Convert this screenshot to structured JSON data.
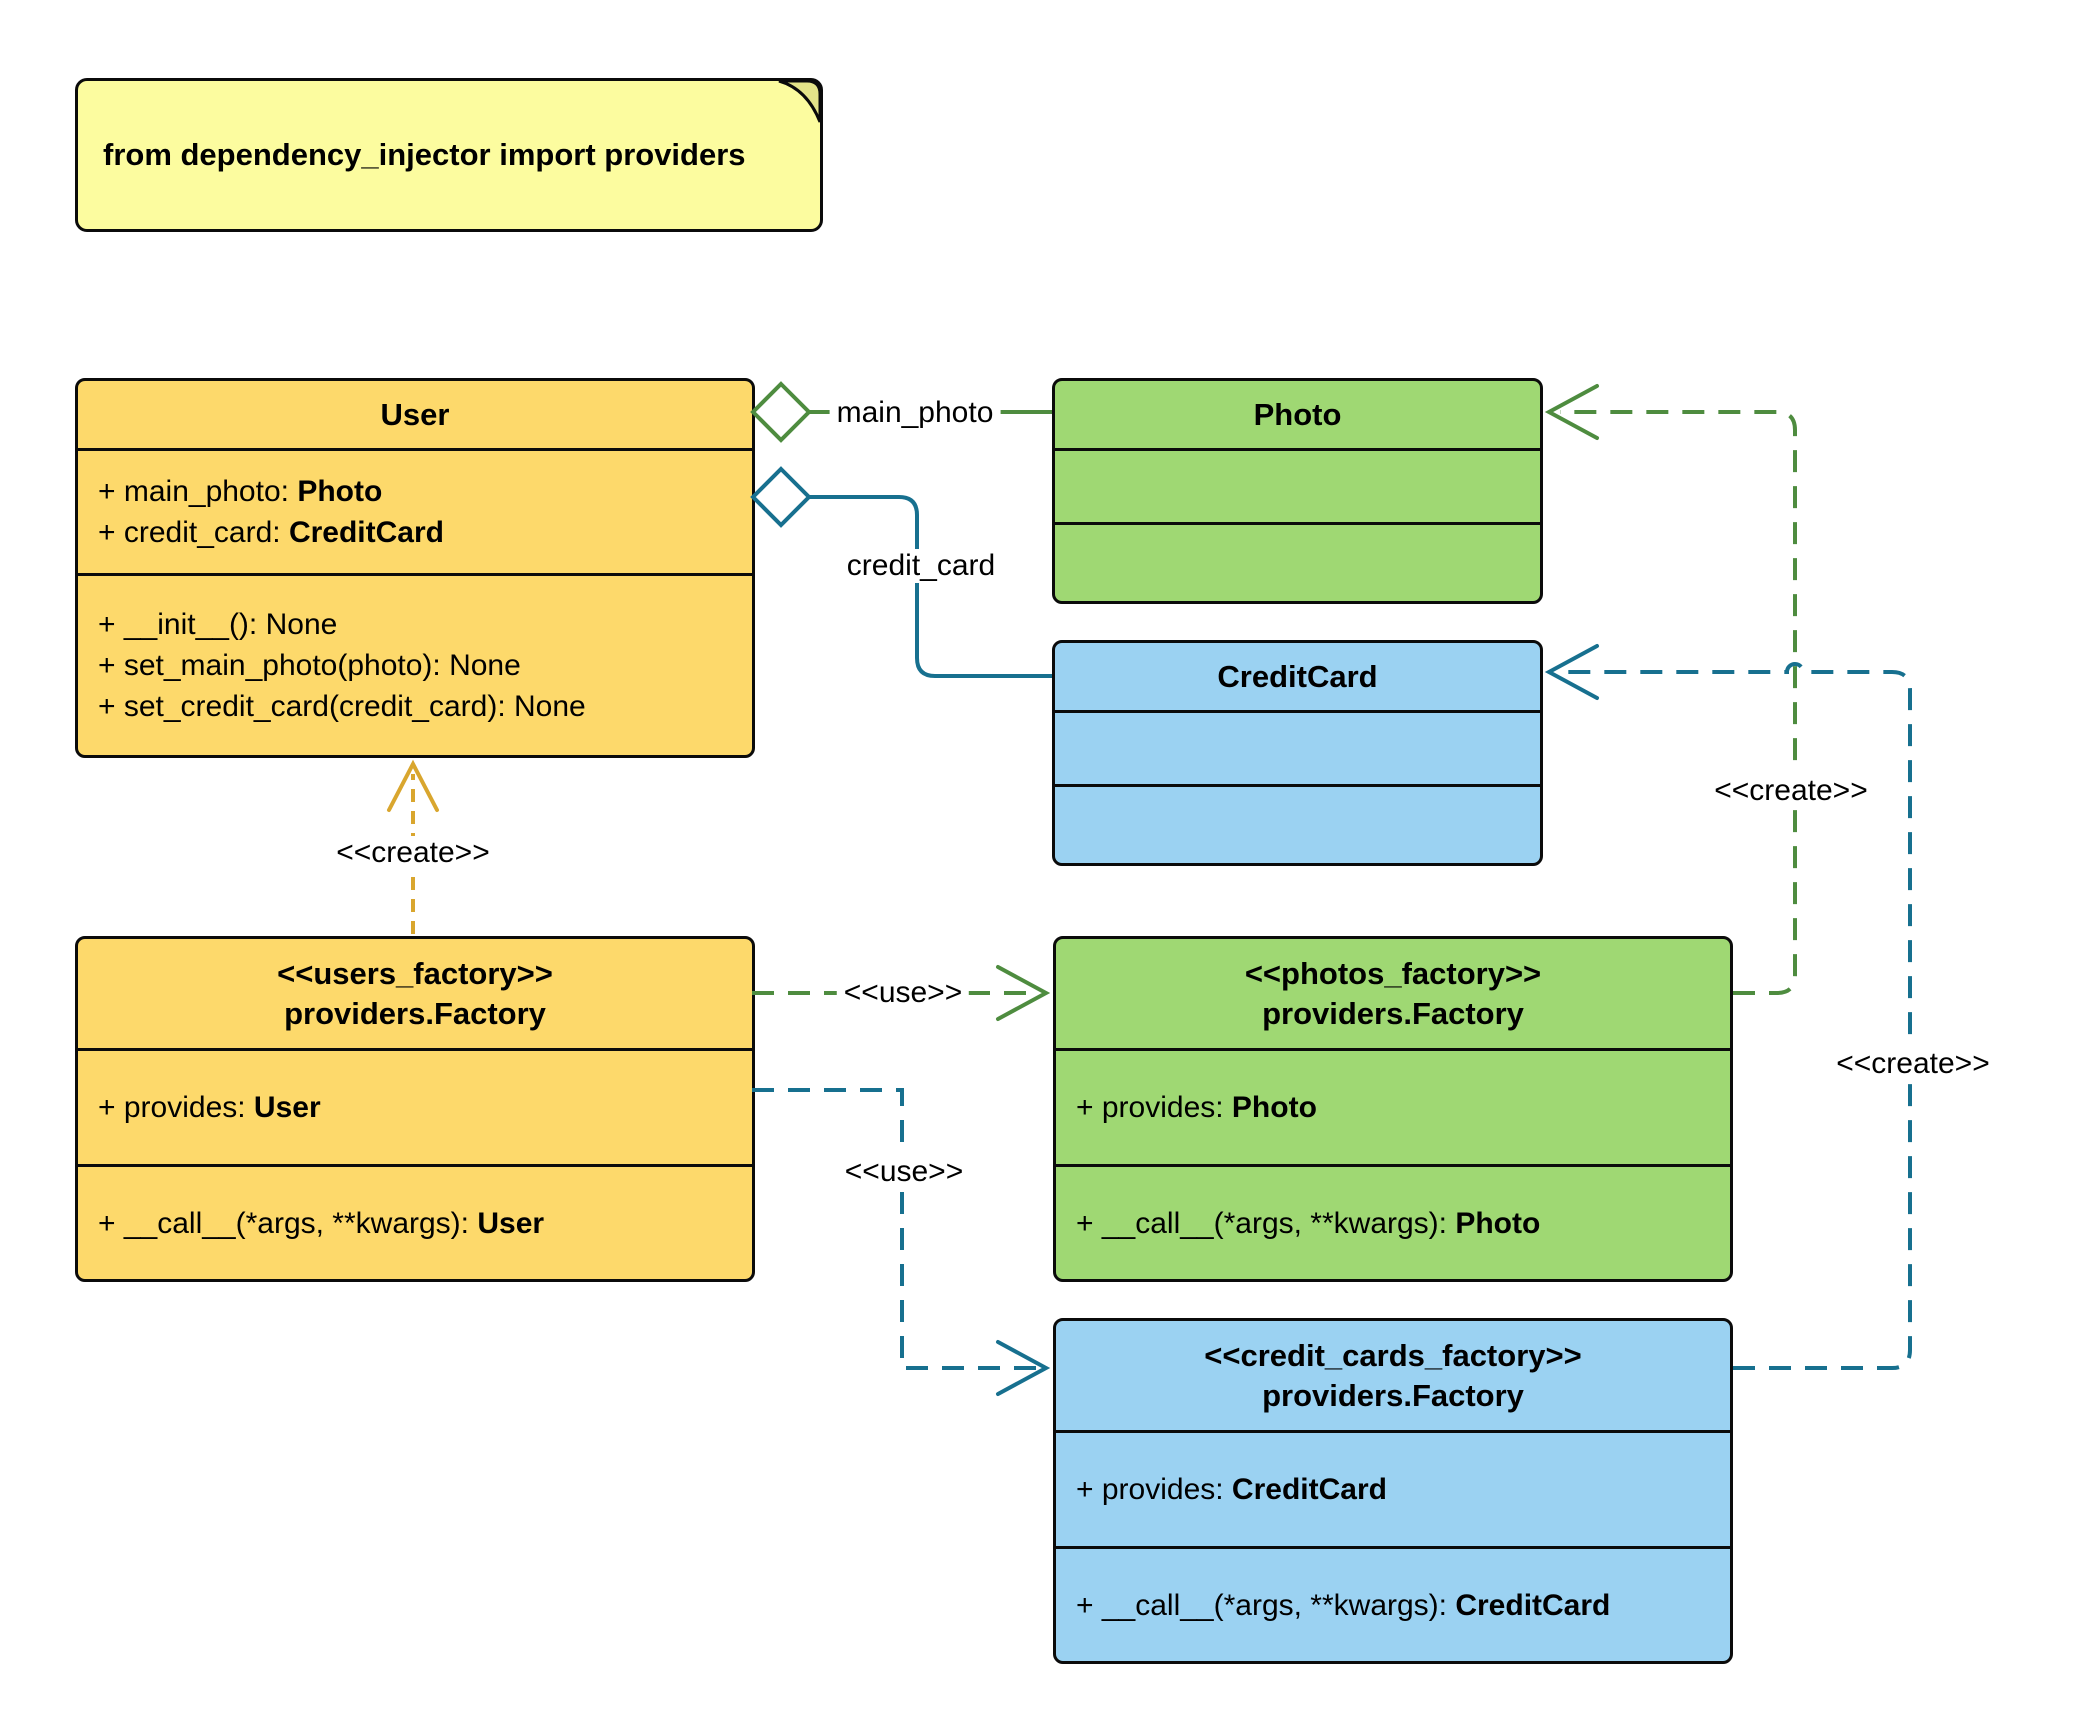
{
  "note": {
    "text": "from dependency_injector import providers"
  },
  "classes": {
    "user": {
      "title": "User",
      "attributes": [
        {
          "text": "+ main_photo: ",
          "type": "Photo"
        },
        {
          "text": "+ credit_card: ",
          "type": "CreditCard"
        }
      ],
      "methods": [
        {
          "text": "+ __init__(): None",
          "type": ""
        },
        {
          "text": "+ set_main_photo(photo): None",
          "type": ""
        },
        {
          "text": "+ set_credit_card(credit_card): None",
          "type": ""
        }
      ]
    },
    "photo": {
      "title": "Photo"
    },
    "credit_card": {
      "title": "CreditCard"
    },
    "users_factory": {
      "stereotype": "<<users_factory>>",
      "title": "providers.Factory",
      "attributes": [
        {
          "text": "+ provides: ",
          "type": "User"
        }
      ],
      "methods": [
        {
          "text": "+ __call__(*args, **kwargs): ",
          "type": "User"
        }
      ]
    },
    "photos_factory": {
      "stereotype": "<<photos_factory>>",
      "title": "providers.Factory",
      "attributes": [
        {
          "text": "+ provides: ",
          "type": "Photo"
        }
      ],
      "methods": [
        {
          "text": "+ __call__(*args, **kwargs): ",
          "type": "Photo"
        }
      ]
    },
    "credit_cards_factory": {
      "stereotype": "<<credit_cards_factory>>",
      "title": "providers.Factory",
      "attributes": [
        {
          "text": "+ provides: ",
          "type": "CreditCard"
        }
      ],
      "methods": [
        {
          "text": "+ __call__(*args, **kwargs): ",
          "type": "CreditCard"
        }
      ]
    }
  },
  "edges": {
    "main_photo": {
      "label": "main_photo"
    },
    "credit_card": {
      "label": "credit_card"
    },
    "create_user": {
      "label": "<<create>>"
    },
    "use_photos": {
      "label": "<<use>>"
    },
    "use_credit_cards": {
      "label": "<<use>>"
    },
    "create_photo": {
      "label": "<<create>>"
    },
    "create_credit_card": {
      "label": "<<create>>"
    }
  },
  "colors": {
    "box-yellow": "#FDD96B",
    "box-green": "#9FD873",
    "box-blue": "#9BD2F2",
    "note-fill": "#FCFC9F",
    "note-fold": "#E4E489",
    "edge-green": "#4E8C3F",
    "edge-teal": "#17708F",
    "edge-gold": "#D9A62E"
  }
}
